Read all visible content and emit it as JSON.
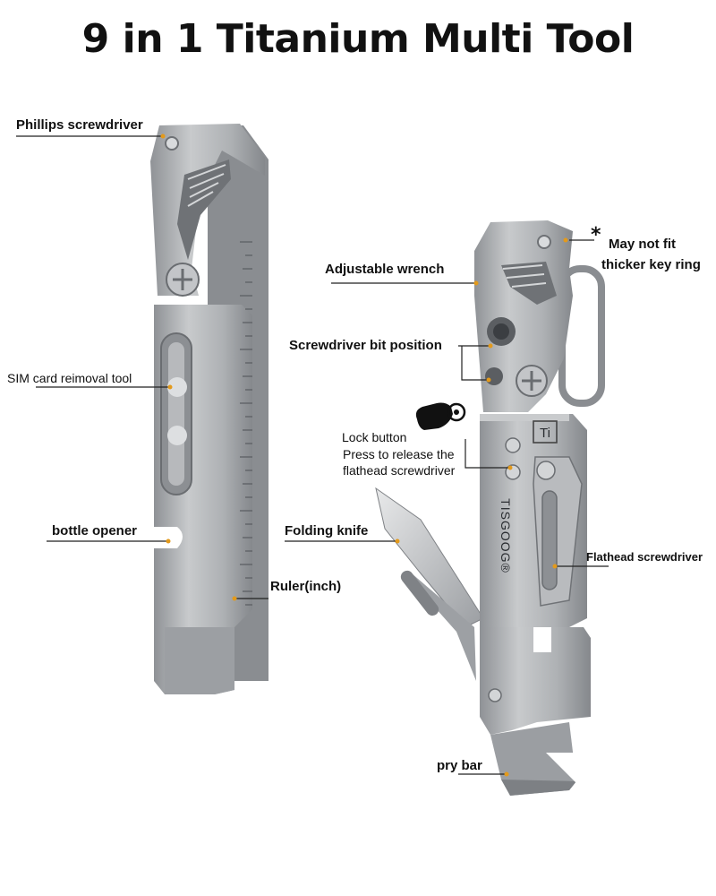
{
  "title": "9 in 1 Titanium Multi Tool",
  "brand": "TISGOOG®",
  "ti_mark": "Ti",
  "labels": {
    "phillips": "Phillips screwdriver",
    "sim": "SIM card reimoval tool",
    "bottle": "bottle opener",
    "ruler": "Ruler(inch)",
    "wrench": "Adjustable wrench",
    "bit": "Screwdriver bit position",
    "lock_title": "Lock button",
    "lock_line1": "Press to release the",
    "lock_line2": "flathead screwdriver",
    "knife": "Folding knife",
    "flathead": "Flathead screwdriver",
    "pry": "pry bar",
    "keyring_line1": "May not fit",
    "keyring_line2": "thicker key ring"
  },
  "star": "*",
  "colors": {
    "metal": "#a9acaf",
    "metal_light": "#cfd1d3",
    "metal_dark": "#7d8084",
    "leader": "#222222",
    "dot": "#e39a1c"
  },
  "icons": [
    "press-finger-icon"
  ]
}
